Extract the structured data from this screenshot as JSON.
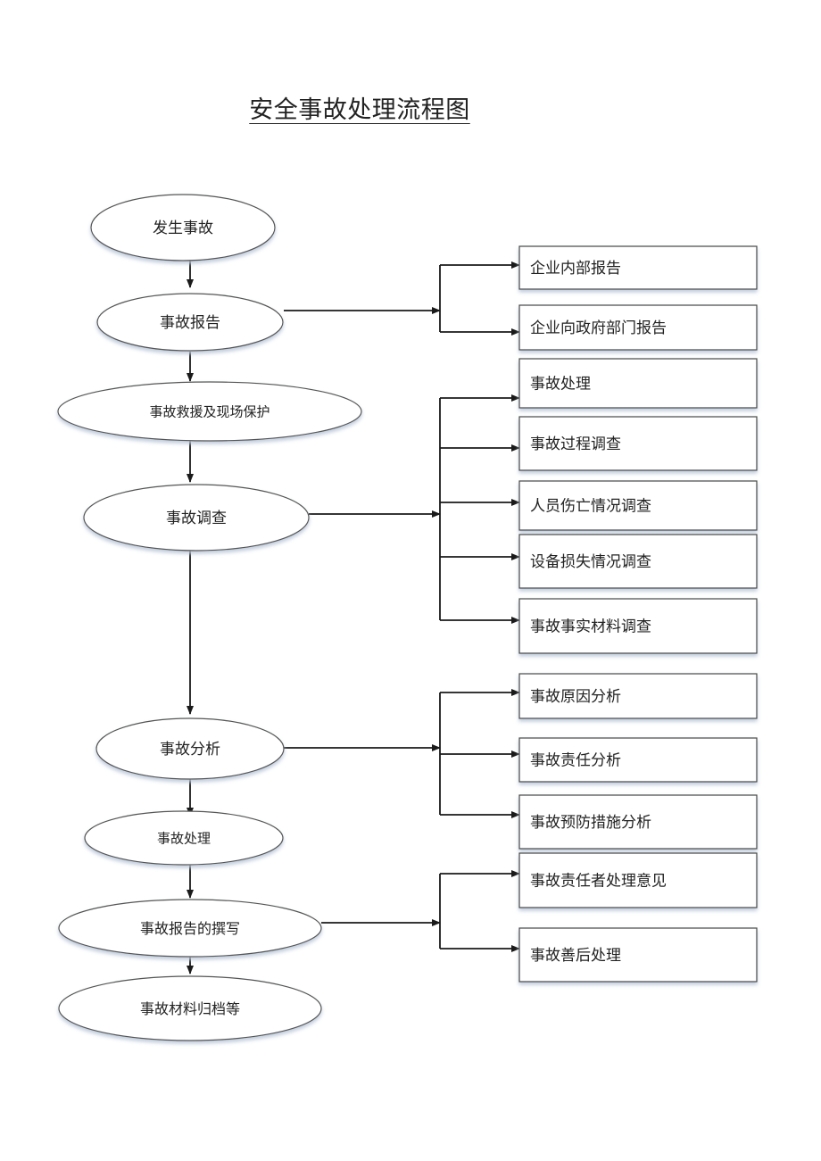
{
  "title": "安全事故处理流程图",
  "steps": [
    {
      "label": "发生事故"
    },
    {
      "label": "事故报告"
    },
    {
      "label": "事故救援及现场保护"
    },
    {
      "label": "事故调查"
    },
    {
      "label": "事故分析"
    },
    {
      "label": "事故处理"
    },
    {
      "label": "事故报告的撰写"
    },
    {
      "label": "事故材料归档等"
    }
  ],
  "branches": {
    "report": [
      "企业内部报告",
      "企业向政府部门报告"
    ],
    "investigation": [
      "事故处理",
      "事故过程调查",
      "人员伤亡情况调查",
      "设备损失情况调查",
      "事故事实材料调查"
    ],
    "analysis": [
      "事故原因分析",
      "事故责任分析",
      "事故预防措施分析"
    ],
    "writing": [
      "事故责任者处理意见",
      "事故善后处理"
    ]
  },
  "colors": {
    "stroke": "#1a1a1a",
    "box_border": "#444444",
    "ellipse_border": "#555555",
    "shadow": "#c9d3e0"
  }
}
